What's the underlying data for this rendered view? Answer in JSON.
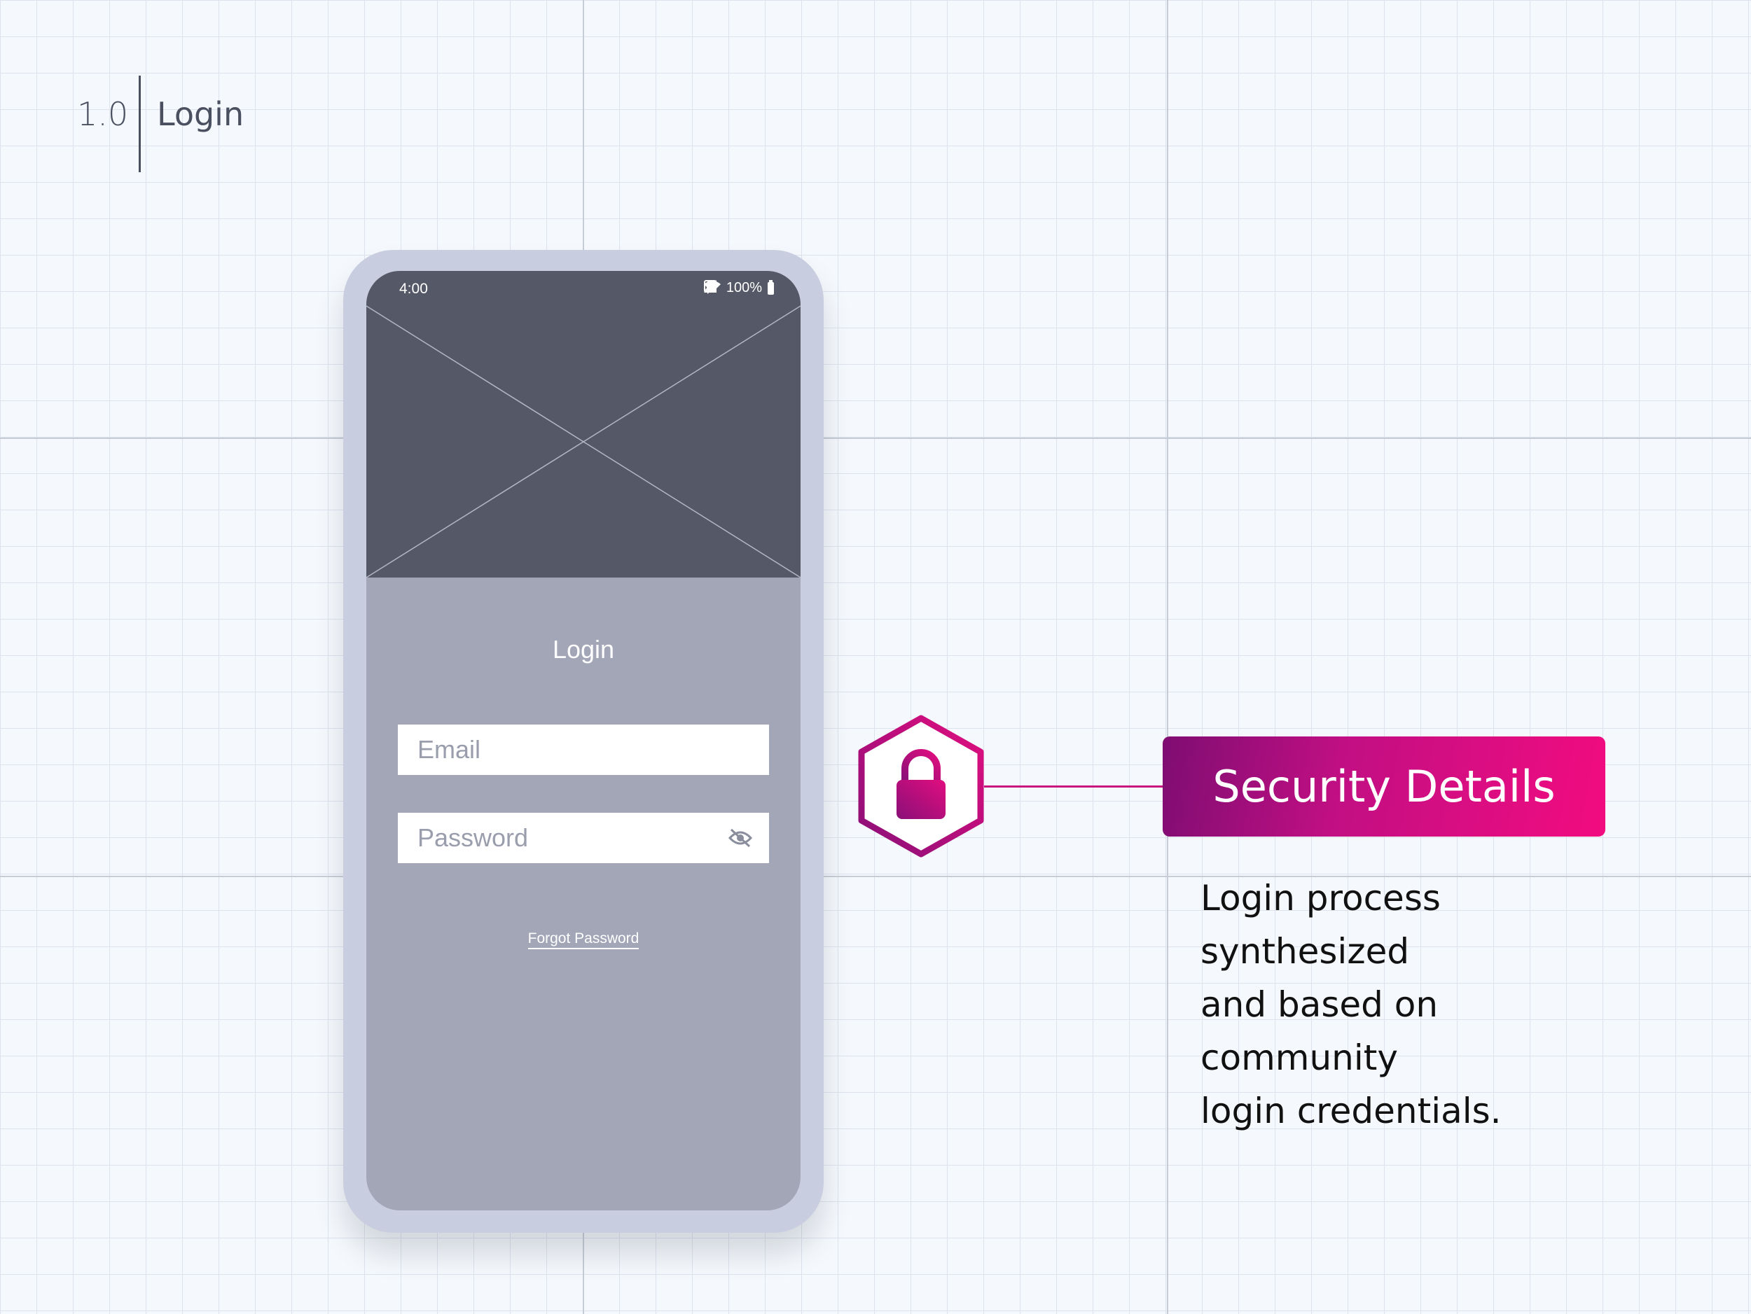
{
  "header": {
    "section_number": "1.0",
    "title": "Login"
  },
  "phone": {
    "status_bar": {
      "time": "4:00",
      "battery": "100%",
      "icons": [
        "nfc-icon",
        "bluetooth-icon",
        "wifi-icon",
        "signal-icon",
        "battery-icon"
      ]
    },
    "hero": {
      "type": "image-placeholder"
    },
    "screen_title": "Login",
    "email_field": {
      "placeholder": "Email",
      "value": ""
    },
    "password_field": {
      "placeholder": "Password",
      "value": "",
      "icon": "eye-off-icon"
    },
    "forgot_password_link": "Forgot Password"
  },
  "annotation": {
    "icon": "lock-icon",
    "badge_label": "Security Details",
    "description_lines": [
      "Login process synthesized",
      "and based on community",
      "login credentials."
    ]
  },
  "colors": {
    "accent": "#c9157e",
    "badge_gradient_start": "#7e0d72",
    "badge_gradient_end": "#f20c80",
    "phone_frame": "#c8cddf",
    "screen_bg": "#a2a6b6",
    "hero_bg": "#555866"
  }
}
